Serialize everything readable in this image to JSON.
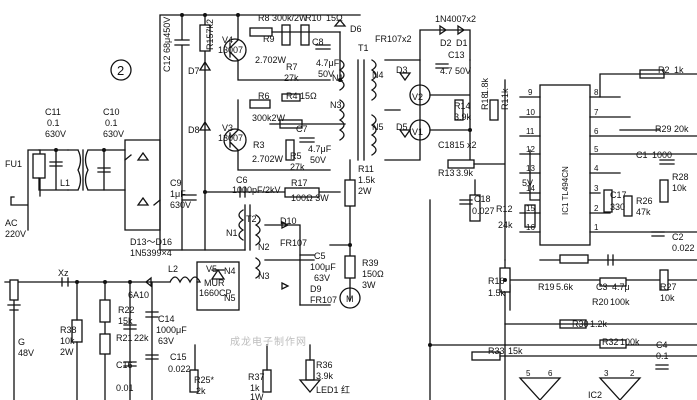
{
  "diagram_number": "2",
  "watermark": "成龙电子制作网",
  "labels": {
    "fu1": "FU1",
    "ac": "AC",
    "ac_v": "220V",
    "c11": "C11",
    "c11_val": "0.1",
    "c11_v": "630V",
    "c10": "C10",
    "c10_val": "0.1",
    "c10_v": "630V",
    "l1": "L1",
    "c12": "C12  68μ450V",
    "r157": "R157k2",
    "d7": "D7",
    "d8": "D8",
    "d13_16": "D13～D16",
    "d13_16_part": "1N5399×4",
    "c9": "C9",
    "c9_val": "1μF",
    "c9_v": "630V",
    "r8": "R8  300k/2W",
    "r10": "R10",
    "r10_val": "15Ω",
    "d6": "D6",
    "v4": "V4",
    "v4_part": "13007",
    "r9": "R9",
    "r9_val": "2.702W",
    "c8": "C8",
    "r7": "R7",
    "r7_val": "27k",
    "c8_val": "4.7μF",
    "c8_v": "50V",
    "n1a": "N1",
    "n3a": "N3",
    "r6": "R6",
    "r6_val": "300k2W",
    "r4": "R4 15Ω",
    "v3": "V3",
    "v3_part": "13007",
    "r3": "R3",
    "r3_val": "2.702W",
    "c7": "C7",
    "r5": "R5",
    "r5_val": "27k",
    "c7_val": "4.7μF",
    "c7_v": "50V",
    "c6": "C6",
    "c6_val": "1000pF/2kV",
    "r17": "R17",
    "r17_val": "100Ω 3W",
    "t1": "T1",
    "fr107": "FR107x2",
    "n4a": "N4",
    "n5a": "N5",
    "d3": "D3",
    "d5": "D5",
    "v2": "V2",
    "v1": "V1",
    "r14": "R14",
    "r14_val": "3.9k",
    "r18": "R18",
    "r18_val": "1.8k",
    "r1": "R1",
    "r1_val": "1k",
    "c1815": "C1815 x2",
    "r13": "R13",
    "r13_val": "3.9k",
    "r11": "R11",
    "r11_val": "1.5k",
    "r11_p": "2W",
    "d_1n4007": "1N4007x2",
    "d2": "D2",
    "d1": "D1",
    "c13": "C13",
    "c13_val": "4.7  50V",
    "c18": "C18",
    "c18_val": "0.027",
    "v5v": "5V",
    "r12": "R12",
    "r12_val": "24k",
    "ic1": "IC1  TL494CN",
    "r2": "R2",
    "r2_val": "1k",
    "r29": "R29",
    "r29_val": "20k",
    "c1": "C1",
    "c1_val": "1000",
    "c17": "C17",
    "c17_val": "330",
    "r26": "R26",
    "r26_val": "47k",
    "r28": "R28",
    "r28_val": "10k",
    "c2": "C2",
    "c2_val": "0.022",
    "r19": "R19",
    "r19_val": "5.6k",
    "c3": "C3",
    "c3_val": "4.7μ",
    "r27": "R27",
    "r27_val": "10k",
    "r20": "R20",
    "r20_val": "100k",
    "r16": "R16",
    "r16_val": "1.5k",
    "r30": "R30",
    "r30_val": "1.2k",
    "r33": "R33",
    "r33_val": "15k",
    "r32": "R32",
    "r32_val": "100k",
    "c4": "C4",
    "c4_val": "0.1",
    "ic2": "IC2",
    "t2": "T2",
    "n1b": "N1",
    "n2b": "N2",
    "n3b": "N3",
    "n4b": "N4",
    "n5b": "N5",
    "d10": "D10",
    "fr107a": "FR107",
    "d9": "D9",
    "fr107b": "FR107",
    "c5": "C5",
    "c5_val": "100μF",
    "c5_v": "63V",
    "r39": "R39",
    "r39_val": "150Ω",
    "r39_p": "3W",
    "motor": "M",
    "v5": "V5",
    "v5_part1": "MUR",
    "v5_part2": "1660CP",
    "l2": "L2",
    "xz": "Xz",
    "g": "G",
    "g_v": "48V",
    "d_6a10": "6A10",
    "r22": "R22",
    "r22_val": "15k",
    "c14": "C14",
    "c14_val": "1000μF",
    "c14_v": "63V",
    "r38": "R38",
    "r38_val": "10k",
    "r38_p": "2W",
    "r21": "R21",
    "r21_val": "22k",
    "c16": "C16",
    "c16_val": "0.01",
    "c15": "C15",
    "c15_val": "0.022",
    "r25": "R25*",
    "r25_val": "2k",
    "r37": "R37",
    "r37_val": "1k",
    "r37_p": "1W",
    "r36": "R36",
    "r36_val": "3.9k",
    "led1": "LED1 红",
    "ic_pins": [
      "9",
      "8",
      "10",
      "7",
      "11",
      "6",
      "12",
      "5",
      "13",
      "4",
      "14",
      "3",
      "15",
      "2",
      "16",
      "1"
    ],
    "ic2_pins": [
      "5",
      "6",
      "3",
      "2"
    ]
  }
}
